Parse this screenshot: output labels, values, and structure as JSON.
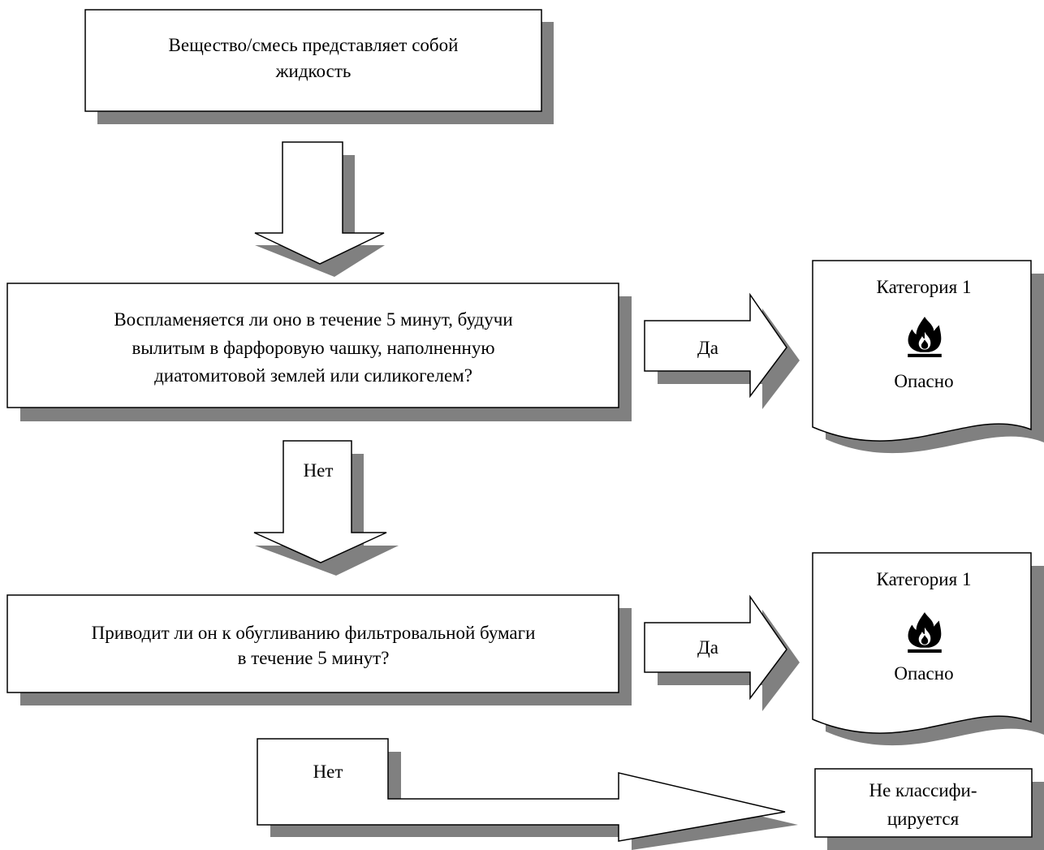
{
  "start": {
    "line1": "Вещество/смесь представляет собой",
    "line2": "жидкость"
  },
  "question1": {
    "line1": "Воспламеняется ли оно в течение 5 минут, будучи",
    "line2": "вылитым в фарфоровую чашку, наполненную",
    "line3": "диатомитовой землей или силикогелем?"
  },
  "question2": {
    "line1": "Приводит ли он к обугливанию фильтровальной бумаги",
    "line2": "в течение 5 минут?"
  },
  "arrows": {
    "yes1": "Да",
    "no1": "Нет",
    "yes2": "Да",
    "no2": "Нет"
  },
  "result1": {
    "category": "Категория 1",
    "icon": "flame-icon",
    "signal": "Опасно"
  },
  "result2": {
    "category": "Категория 1",
    "icon": "flame-icon",
    "signal": "Опасно"
  },
  "result3": {
    "line1": "Не классифи-",
    "line2": "цируется"
  },
  "colors": {
    "shadow": "#808080",
    "stroke": "#000000",
    "fill": "#ffffff"
  }
}
